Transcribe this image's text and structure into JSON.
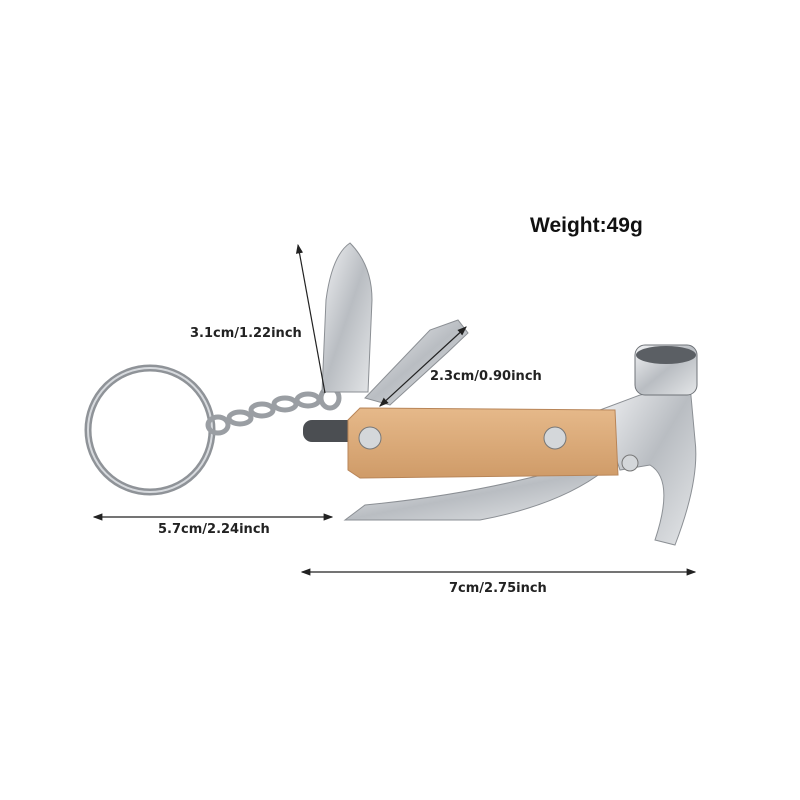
{
  "product": {
    "weight_label": "Weight:49g",
    "dimensions": {
      "blade_height": "3.1cm/1.22inch",
      "screwdriver_length": "2.3cm/0.90inch",
      "keychain_length": "5.7cm/2.24inch",
      "tool_length": "7cm/2.75inch"
    }
  },
  "colors": {
    "wood": "#d9a878",
    "steel": "#c9ccd0",
    "ring": "#9a9ea3"
  }
}
